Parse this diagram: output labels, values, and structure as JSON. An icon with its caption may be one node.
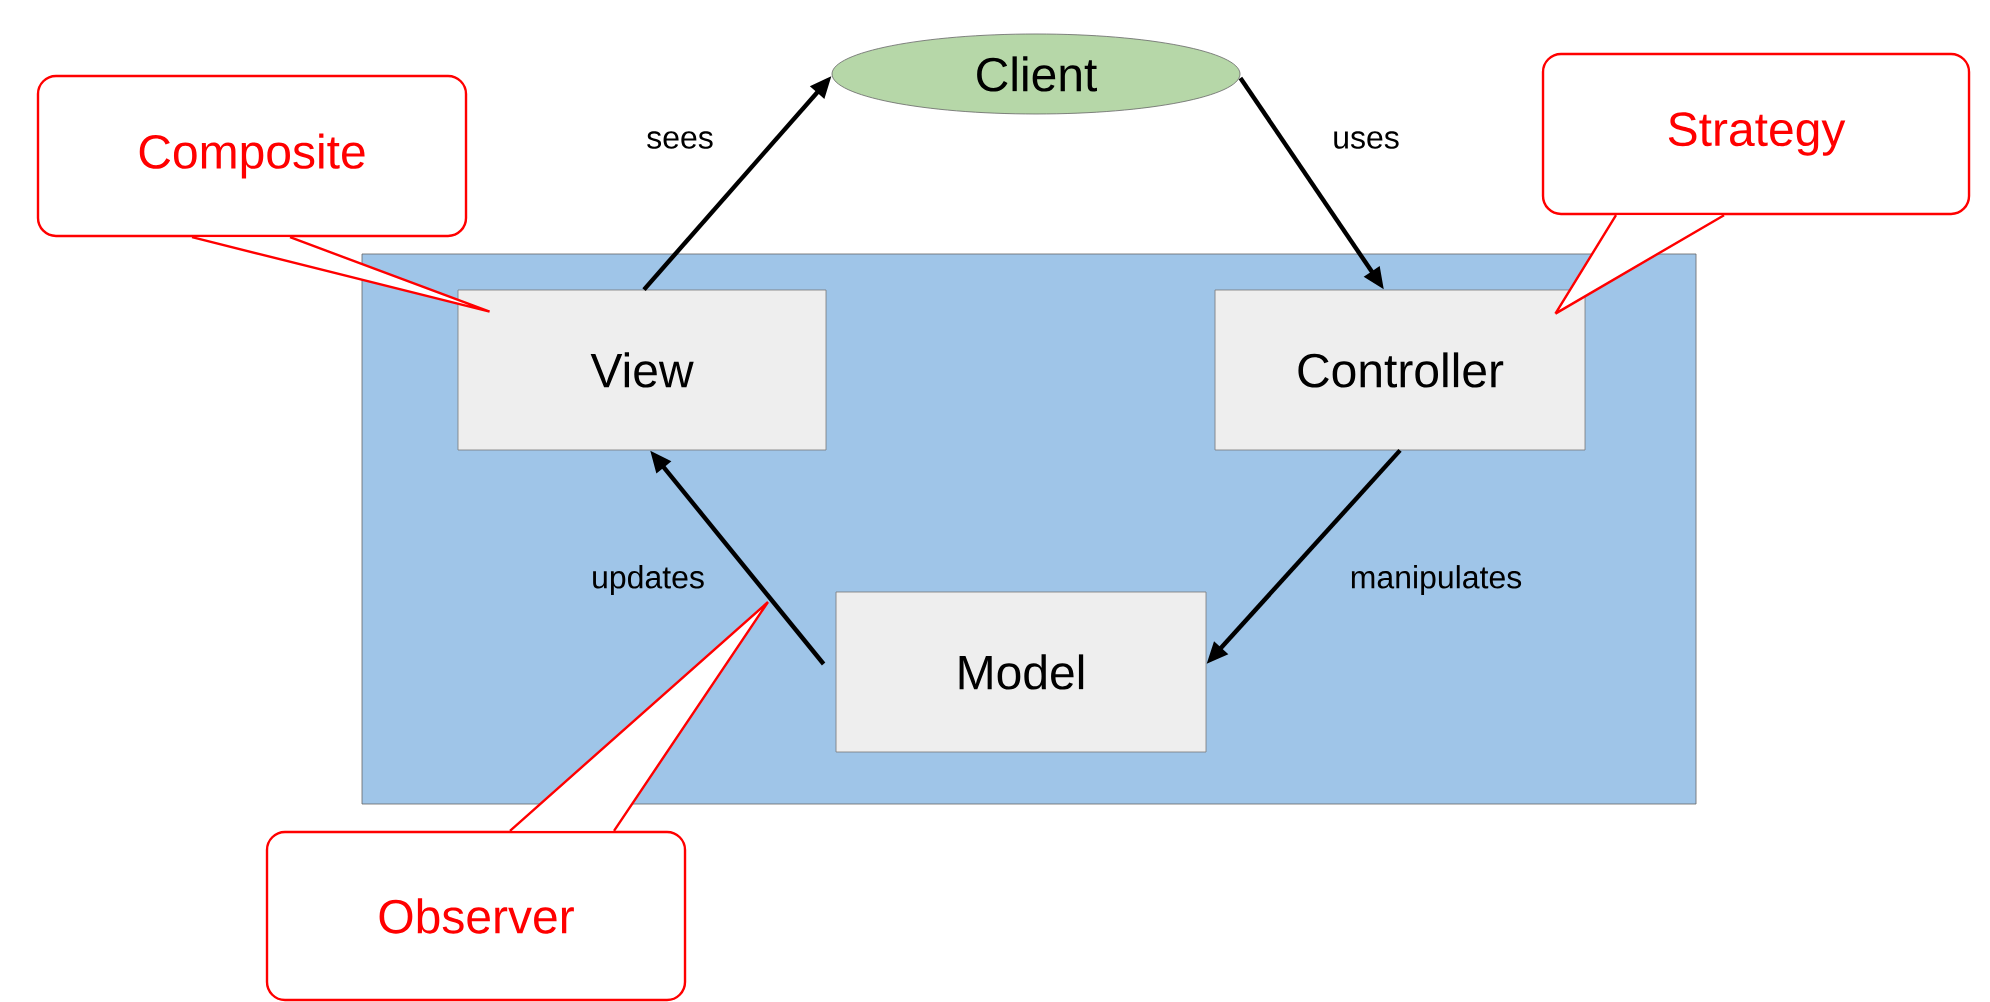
{
  "diagram": {
    "nodes": [
      {
        "text": [
          "Client"
        ]
      },
      {
        "text": [
          "Composite"
        ]
      },
      {
        "text": [
          "Strategy"
        ]
      },
      {
        "text": [],
        "shape": "box"
      },
      {
        "text": [
          "View"
        ],
        "in": 3
      },
      {
        "text": [
          "Controller"
        ],
        "in": 3
      },
      {
        "text": [
          "Model"
        ],
        "in": 3
      },
      {
        "text": [
          "Observer"
        ]
      }
    ],
    "edges": [
      {
        "from": 4,
        "to": 0,
        "arrow": "to",
        "label": "sees"
      },
      {
        "from": 0,
        "to": 5,
        "arrow": "to",
        "label": "uses"
      },
      {
        "from": 5,
        "to": 6,
        "arrow": "to",
        "label": "manipulates"
      },
      {
        "from": 6,
        "to": 4,
        "arrow": "to",
        "label": "updates"
      },
      {
        "from": 1,
        "to": 4,
        "arrow": "none",
        "color": "#ff0000"
      },
      {
        "from": 2,
        "to": 5,
        "arrow": "none",
        "color": "#ff0000"
      },
      {
        "from": 7,
        "to": null,
        "arrow": "none",
        "color": "#ff0000"
      }
    ]
  }
}
